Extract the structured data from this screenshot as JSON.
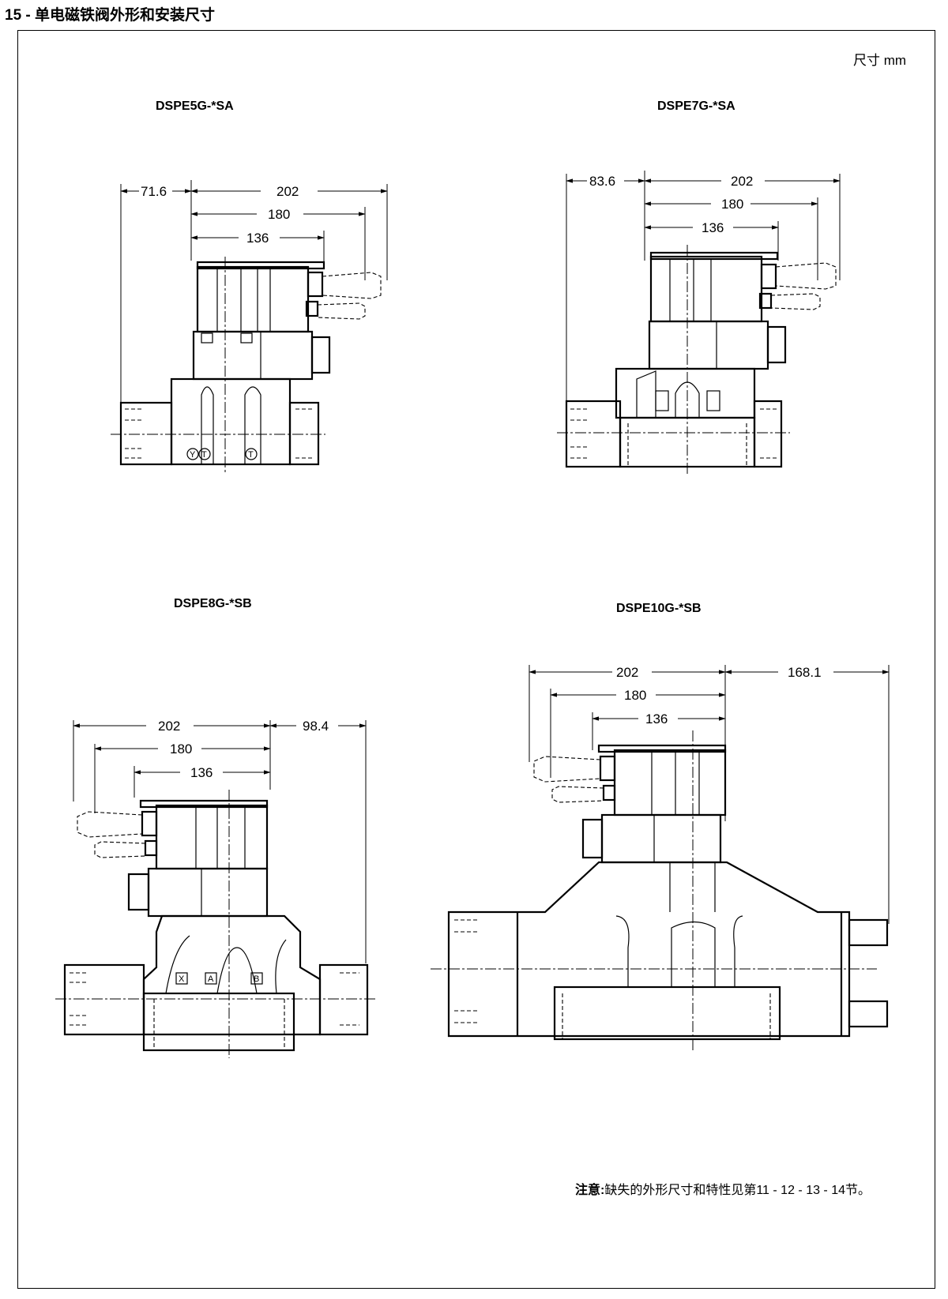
{
  "section_title": "15 - 单电磁铁阀外形和安装尺寸",
  "unit_label": "尺寸  mm",
  "views": {
    "dspe5g": {
      "label": "DSPE5G-*SA",
      "dims": [
        "71.6",
        "202",
        "180",
        "136"
      ],
      "ports": [
        "Y",
        "T",
        "T"
      ]
    },
    "dspe7g": {
      "label": "DSPE7G-*SA",
      "dims": [
        "83.6",
        "202",
        "180",
        "136"
      ]
    },
    "dspe8g": {
      "label": "DSPE8G-*SB",
      "dims": [
        "202",
        "98.4",
        "180",
        "136"
      ],
      "ports": [
        "X",
        "A",
        "B"
      ]
    },
    "dspe10g": {
      "label": "DSPE10G-*SB",
      "dims": [
        "202",
        "168.1",
        "180",
        "136"
      ]
    }
  },
  "note": {
    "prefix": "注意:",
    "text": "缺失的外形尺寸和特性见第11 - 12 - 13 - 14节。"
  }
}
